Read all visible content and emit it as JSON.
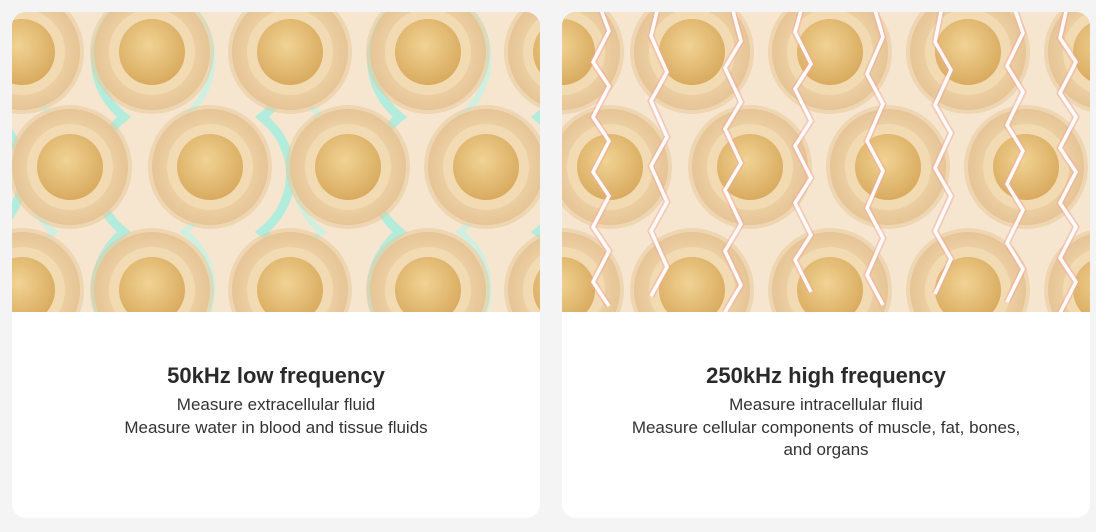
{
  "cards": [
    {
      "title": "50kHz low frequency",
      "lines": [
        "Measure extracellular fluid",
        "Measure water in blood and tissue fluids"
      ],
      "illustration": "extracellular-current-illustration",
      "accent_color": "#a5ecdf"
    },
    {
      "title": "250kHz high frequency",
      "lines": [
        "Measure intracellular fluid",
        "Measure cellular components of muscle, fat, bones, and organs"
      ],
      "illustration": "intracellular-current-illustration",
      "accent_color": "#f3a6a0"
    }
  ],
  "colors": {
    "background": "#f4f4f4",
    "card": "#ffffff",
    "tissue": "#f6e6cf",
    "cell_ring": "#edd1a6",
    "nucleus": "#e2b970"
  }
}
